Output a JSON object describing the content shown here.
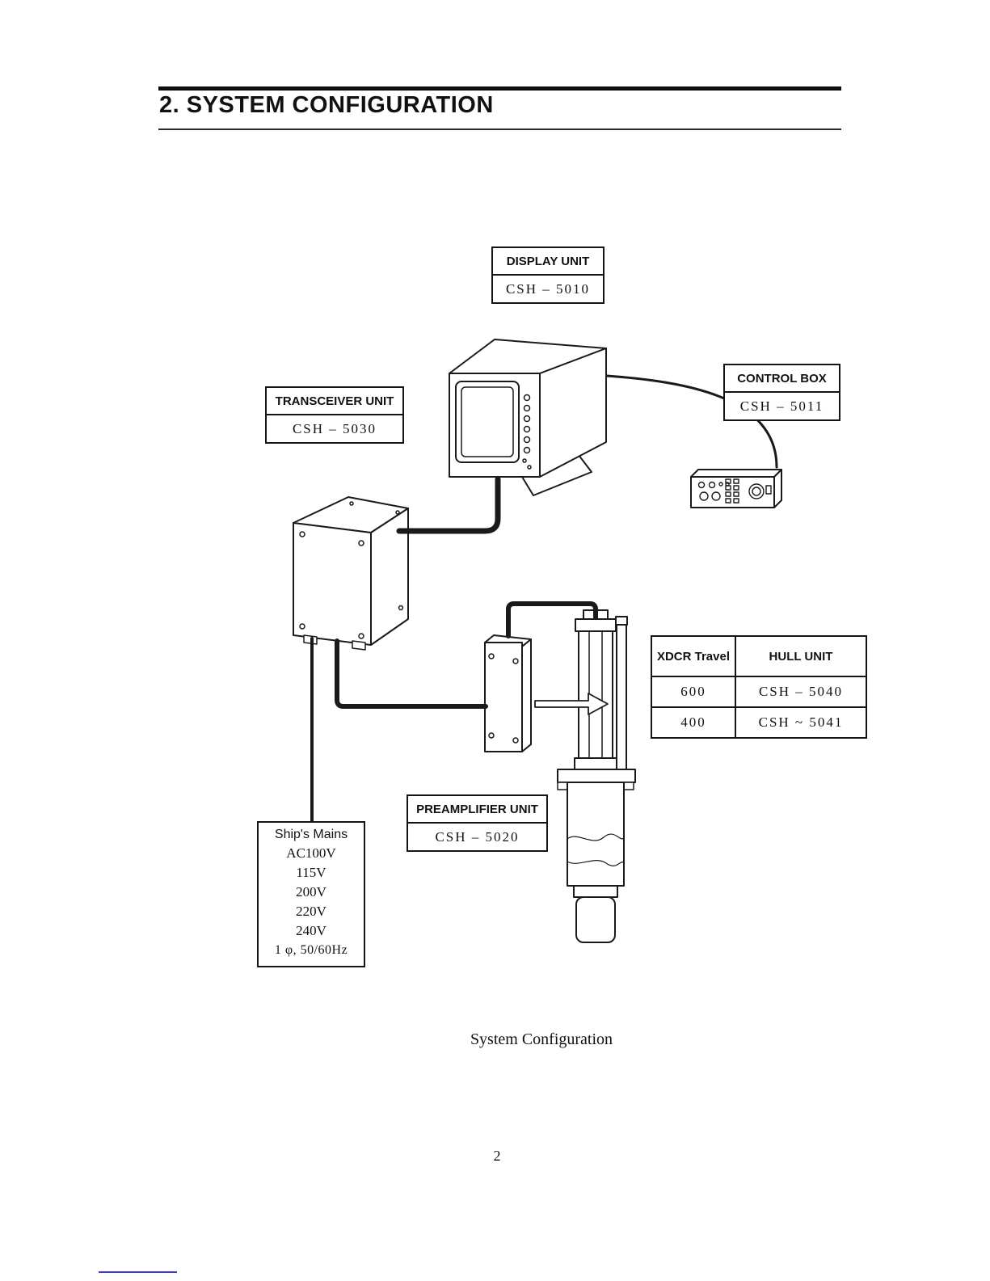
{
  "page": {
    "title": "2. SYSTEM CONFIGURATION",
    "caption": "System Configuration",
    "page_number": "2"
  },
  "labels": {
    "display_unit": {
      "name": "DISPLAY UNIT",
      "model": "CSH – 5010"
    },
    "control_box": {
      "name": "CONTROL BOX",
      "model": "CSH – 5011"
    },
    "transceiver_unit": {
      "name": "TRANSCEIVER UNIT",
      "model": "CSH – 5030"
    },
    "preamplifier_unit": {
      "name": "PREAMPLIFIER UNIT",
      "model": "CSH – 5020"
    },
    "ships_mains": {
      "title": "Ship's Mains",
      "lines": [
        "AC100V",
        "115V",
        "200V",
        "220V",
        "240V",
        "1 φ, 50/60Hz"
      ]
    }
  },
  "hull_unit_table": {
    "headers": [
      "XDCR Travel",
      "HULL UNIT"
    ],
    "rows": [
      [
        "600",
        "CSH – 5040"
      ],
      [
        "400",
        "CSH ~ 5041"
      ]
    ]
  }
}
